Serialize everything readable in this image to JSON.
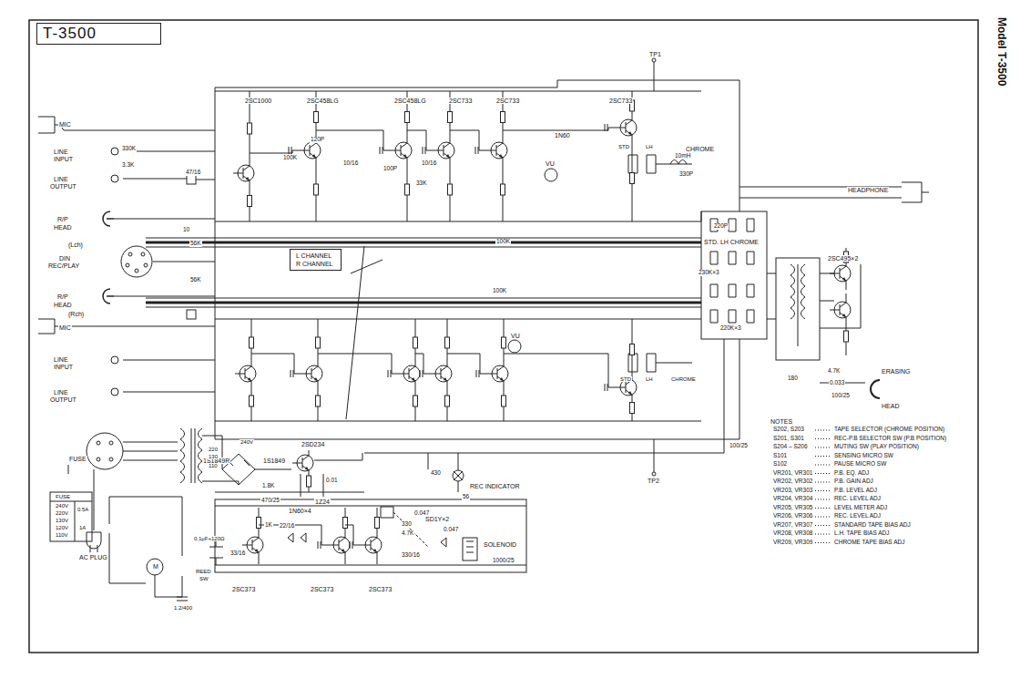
{
  "diagram": {
    "title": "T-3500",
    "nodes": [
      {
        "text": [
          "L CHANNEL",
          "R CHANNEL"
        ]
      }
    ],
    "labels": [
      "Model T-3500",
      "2SC1000",
      "2SC458LG",
      "2SC458LG",
      "2SC733",
      "2SC733",
      "2SC733",
      "TP1",
      "MIC",
      "LINE",
      "INPUT",
      "LINE",
      "OUTPUT",
      "R/P",
      "HEAD",
      "(Lch)",
      "DIN",
      "REC/PLAY",
      "R/P",
      "HEAD",
      "(Rch)",
      "MIC",
      "LINE",
      "INPUT",
      "LINE",
      "OUTPUT",
      "HEADPHONE",
      "ERASING",
      "HEAD",
      "2SC495×2",
      "CHROME",
      "STD. LH CHROME",
      "STD",
      "LH",
      "STD",
      "LH",
      "CHROME",
      "VU",
      "VU",
      "1N60",
      "1S1849R",
      "1S1849",
      "2SD234",
      "1Z24",
      "240V",
      "220",
      "130",
      "110",
      "FUSE",
      "FUSE",
      "240V",
      "220V",
      "130V",
      "120V",
      "110V",
      "0.5A",
      "1A",
      "AC PLUG",
      "REC INDICATOR",
      "TP2",
      "1N60×4",
      "2SC373",
      "2SC373",
      "2SC373",
      "SD1Y×2",
      "SOLENOID",
      "REED",
      "SW",
      "0.1μF+120Ω",
      "1.2/400",
      "NOTES",
      "S202, S203",
      "TAPE SELECTOR (CHROME POSITION)",
      "S201, S301",
      "REC-P.B SELECTOR SW (P.B POSITION)",
      "S204 – S206",
      "MUTING SW (PLAY POSITION)",
      "S101",
      "SENSING MICRO SW",
      "S102",
      "PAUSE MICRO SW",
      "VR201, VR301",
      "P.B. EQ. ADJ",
      "VR202, VR302",
      "P.B. GAIN ADJ",
      "VR203, VR303",
      "P.B. LEVEL ADJ",
      "VR204, VR304",
      "REC. LEVEL ADJ",
      "VR205, VR305",
      "LEVEL METER ADJ",
      "VR206, VR306",
      "REC. LEVEL ADJ",
      "VR207, VR307",
      "STANDARD TAPE BIAS ADJ",
      "VR208, VR308",
      "L.H. TAPE BIAS ADJ",
      "VR209, VR309",
      "CHROME TAPE BIAS ADJ",
      "330K",
      "3.3K",
      "47/16",
      "10",
      "56K",
      "56K",
      "120P",
      "100K",
      "10/16",
      "100P",
      "10/16",
      "33K",
      "10mH",
      "330P",
      "220P",
      "230K×3",
      "220K×3",
      "4.7K",
      "0.033",
      "100/25",
      "180",
      "100/25",
      "100K",
      "100K",
      "0.01",
      "330",
      "4.7K",
      "1.8K",
      "470/25",
      "1K",
      "33/16",
      "22/16",
      "330/16",
      "1000/25",
      "0.047",
      "0.047",
      "430",
      "56",
      "M"
    ]
  }
}
